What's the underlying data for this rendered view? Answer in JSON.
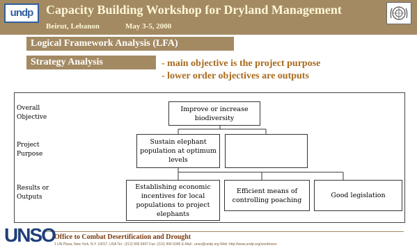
{
  "header": {
    "title": "Capacity Building Workshop for Dryland Management",
    "location": "Beirut, Lebanon",
    "date": "May  3-5,  2000",
    "logo_left": "undp",
    "logo_right_icon": "un-emblem-icon"
  },
  "section": {
    "lfa_label": "Logical Framework Analysis (LFA)",
    "strategy_label": "Strategy Analysis"
  },
  "bullets": [
    "- main objective is the project purpose",
    "- lower order objectives are  outputs"
  ],
  "diagram": {
    "row_labels": {
      "overall_l1": "Overall",
      "overall_l2": "Objective",
      "purpose_l1": "Project",
      "purpose_l2": "Purpose",
      "results_l1": "Results or",
      "results_l2": "Outputs"
    },
    "boxes": {
      "overall": "Improve or increase biodiversity",
      "purpose_1": "Sustain elephant population at optimum levels",
      "purpose_2": "",
      "result_1": "Establishing economic incentives for local populations to project elephants",
      "result_2": "Efficient means of controlling poaching",
      "result_3": "Good legislation"
    }
  },
  "footer": {
    "logo": "UNSO",
    "title": "Office to Combat Desertification and Drought",
    "address": "1 UN Plaza, New York, N.Y.        10017, USA  Tel : (212) 906 6497  Fax: (212)  906 6345 E-Mail : unso@undp.org   Web  :http://www.undp.org/seed/unso"
  },
  "colors": {
    "header_bg": "#a38a63",
    "bullet_text": "#a86a1c",
    "footer_title": "#7a3b0f",
    "unso_blue": "#1f3f7a"
  }
}
